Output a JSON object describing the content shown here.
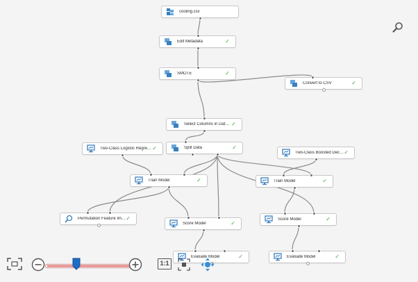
{
  "colors": {
    "canvas_bg": "#f4f4f4",
    "node_bg": "#ffffff",
    "node_border": "#c8c8c8",
    "edge": "#8a8a8a",
    "check": "#39a13a",
    "icon_blue": "#3a7fc0",
    "zoom_track": "#e06c6c",
    "zoom_thumb": "#1e6ec8"
  },
  "nodes": [
    {
      "id": "cooling",
      "label": "cooling.csv",
      "icon": "dataset-icon",
      "status": ""
    },
    {
      "id": "edit",
      "label": "Edit Metadata",
      "icon": "module-icon",
      "status": "✓"
    },
    {
      "id": "smote",
      "label": "SMOTE",
      "icon": "module-icon",
      "status": "✓"
    },
    {
      "id": "convert",
      "label": "Convert to CSV",
      "icon": "module-icon",
      "status": "✓"
    },
    {
      "id": "select",
      "label": "Select Columns in Dataset",
      "icon": "module-icon",
      "status": "✓"
    },
    {
      "id": "logreg",
      "label": "Two-Class Logistic Regression",
      "icon": "model-icon",
      "status": "✓"
    },
    {
      "id": "split",
      "label": "Split Data",
      "icon": "module-icon",
      "status": "✓"
    },
    {
      "id": "boosted",
      "label": "Two-Class Boosted Decision ...",
      "icon": "model-icon",
      "status": "✓"
    },
    {
      "id": "train1",
      "label": "Train Model",
      "icon": "model-icon",
      "status": "✓"
    },
    {
      "id": "train2",
      "label": "Train Model",
      "icon": "model-icon",
      "status": "✓"
    },
    {
      "id": "perm",
      "label": "Permutation Feature Import...",
      "icon": "magnify-module-icon",
      "status": "✓"
    },
    {
      "id": "score1",
      "label": "Score Model",
      "icon": "model-icon",
      "status": "✓"
    },
    {
      "id": "score2",
      "label": "Score Model",
      "icon": "model-icon",
      "status": "✓"
    },
    {
      "id": "eval1",
      "label": "Evaluate Model",
      "icon": "model-icon",
      "status": "✓"
    },
    {
      "id": "eval2",
      "label": "Evaluate Model",
      "icon": "model-icon",
      "status": "✓"
    }
  ],
  "toolbar": {
    "fit_icon": "fit-to-screen-icon",
    "zoom_out_icon": "zoom-out-icon",
    "zoom_in_icon": "zoom-in-icon",
    "actual_size_label": "1:1",
    "minimap_icon": "minimap-icon",
    "pan_icon": "pan-icon",
    "zoom_level": 0.37
  },
  "search_icon": "search-icon"
}
